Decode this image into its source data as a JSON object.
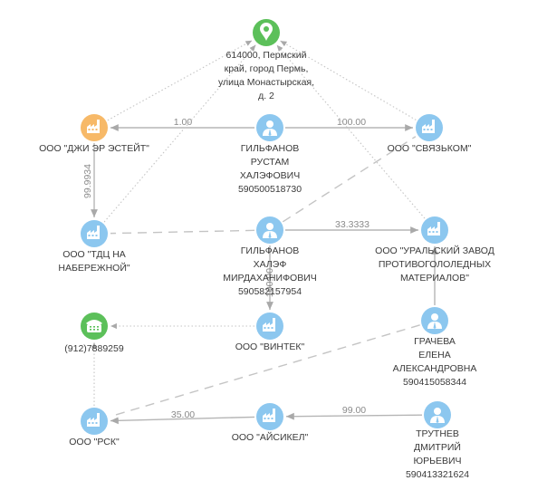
{
  "colors": {
    "company": "#8cc7ef",
    "company_highlight": "#f7b968",
    "address": "#5cc05a",
    "phone": "#5cc05a",
    "person": "#8cc7ef",
    "edge": "#b8b8b8"
  },
  "nodes": [
    {
      "id": "address",
      "type": "address",
      "icon": "map-pin-icon",
      "label": [
        "614000, Пермский",
        "край, город Пермь,",
        "улица Монастырская,",
        "д. 2"
      ]
    },
    {
      "id": "jier",
      "type": "company_highlight",
      "icon": "factory-icon",
      "label": [
        "ООО \"ДЖИ ЭР ЭСТЕЙТ\""
      ]
    },
    {
      "id": "gilf_r",
      "type": "person",
      "icon": "person-icon",
      "label": [
        "ГИЛЬФАНОВ",
        "РУСТАМ",
        "ХАЛЭФОВИЧ",
        "590500518730"
      ]
    },
    {
      "id": "svyaz",
      "type": "company",
      "icon": "factory-icon",
      "label": [
        "ООО \"СВЯЗЬКОМ\""
      ]
    },
    {
      "id": "tdc",
      "type": "company",
      "icon": "factory-icon",
      "label": [
        "ООО \"ТДЦ НА",
        "НАБЕРЕЖНОЙ\""
      ]
    },
    {
      "id": "gilf_h",
      "type": "person",
      "icon": "person-icon",
      "label": [
        "ГИЛЬФАНОВ",
        "ХАЛЭФ",
        "МИРДАХАНИФОВИЧ",
        "590582157954"
      ]
    },
    {
      "id": "ural",
      "type": "company",
      "icon": "factory-icon",
      "label": [
        "ООО \"УРАЛЬСКИЙ ЗАВОД",
        "ПРОТИВОГОЛОЛЕДНЫХ",
        "МАТЕРИАЛОВ\""
      ]
    },
    {
      "id": "phone",
      "type": "phone",
      "icon": "phone-icon",
      "label": [
        "(912)7889259"
      ]
    },
    {
      "id": "vintek",
      "type": "company",
      "icon": "factory-icon",
      "label": [
        "ООО \"ВИНТЕК\""
      ]
    },
    {
      "id": "gracheva",
      "type": "person",
      "icon": "person-icon",
      "label": [
        "ГРАЧЕВА",
        "ЕЛЕНА",
        "АЛЕКСАНДРОВНА",
        "590415058344"
      ]
    },
    {
      "id": "rsk",
      "type": "company",
      "icon": "factory-icon",
      "label": [
        "ООО \"РСК\""
      ]
    },
    {
      "id": "aisikel",
      "type": "company",
      "icon": "factory-icon",
      "label": [
        "ООО \"АЙСИКЕЛ\""
      ]
    },
    {
      "id": "trutnev",
      "type": "person",
      "icon": "person-icon",
      "label": [
        "ТРУТНЕВ",
        "ДМИТРИЙ",
        "ЮРЬЕВИЧ",
        "590413321624"
      ]
    }
  ],
  "edges": [
    {
      "from": "gilf_r",
      "to": "jier",
      "style": "solid",
      "label": "1.00"
    },
    {
      "from": "gilf_r",
      "to": "svyaz",
      "style": "solid",
      "label": "100.00"
    },
    {
      "from": "jier",
      "to": "tdc",
      "style": "solid",
      "label": "99.9934"
    },
    {
      "from": "gilf_h",
      "to": "ural",
      "style": "solid",
      "label": "33.3333"
    },
    {
      "from": "gilf_h",
      "to": "vintek",
      "style": "solid",
      "label": "100.00"
    },
    {
      "from": "aisikel",
      "to": "rsk",
      "style": "solid",
      "label": "35.00"
    },
    {
      "from": "trutnev",
      "to": "aisikel",
      "style": "solid",
      "label": "99.00"
    },
    {
      "from": "gilf_h",
      "to": "tdc",
      "style": "dash",
      "label": ""
    },
    {
      "from": "gilf_h",
      "to": "svyaz",
      "style": "dash",
      "label": ""
    },
    {
      "from": "gracheva",
      "to": "rsk",
      "style": "dash",
      "label": ""
    },
    {
      "from": "gracheva",
      "to": "ural",
      "style": "solid",
      "label": ""
    },
    {
      "from": "jier",
      "to": "address",
      "style": "dot",
      "label": ""
    },
    {
      "from": "svyaz",
      "to": "address",
      "style": "dot",
      "label": ""
    },
    {
      "from": "tdc",
      "to": "address",
      "style": "dot",
      "label": ""
    },
    {
      "from": "ural",
      "to": "address",
      "style": "dot",
      "label": ""
    },
    {
      "from": "vintek",
      "to": "phone",
      "style": "dot",
      "label": ""
    },
    {
      "from": "rsk",
      "to": "phone",
      "style": "dot",
      "label": ""
    }
  ]
}
